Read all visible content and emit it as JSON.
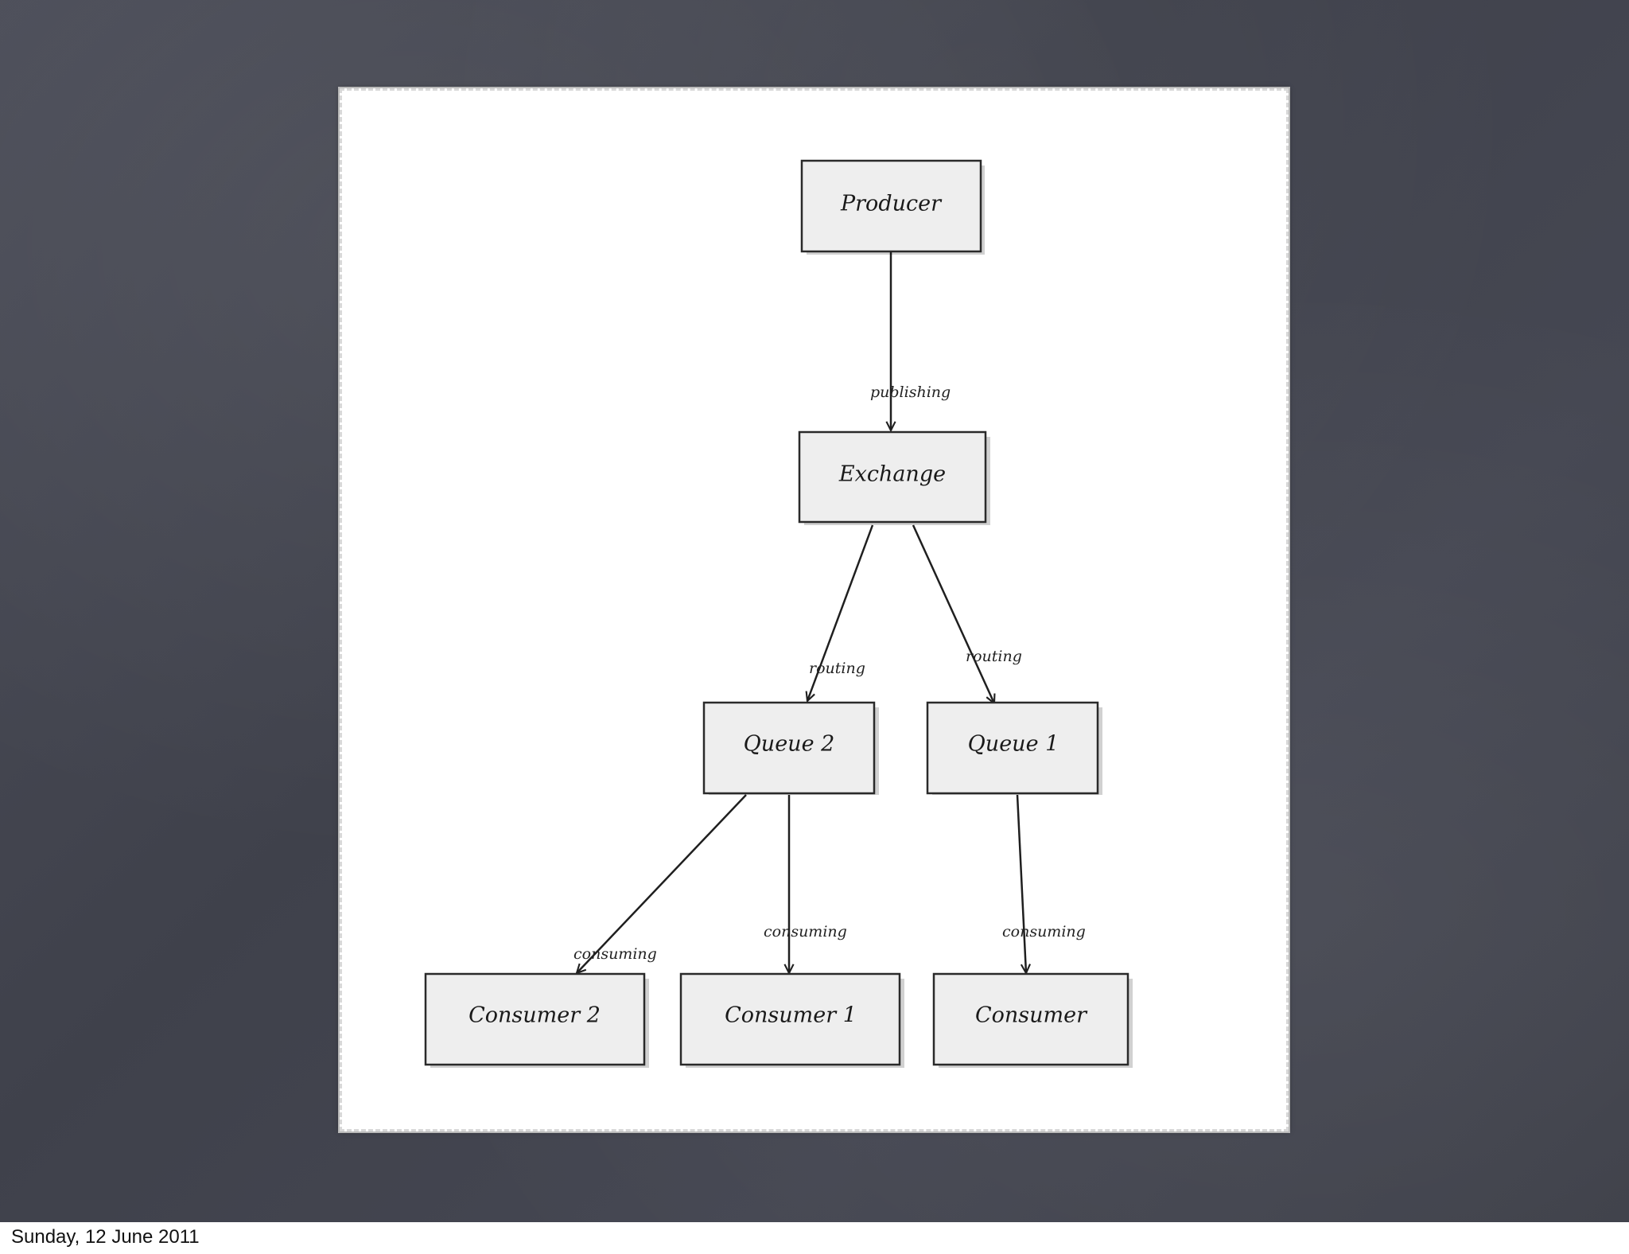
{
  "diagram": {
    "nodes": [
      {
        "id": "producer",
        "label": "Producer"
      },
      {
        "id": "exchange",
        "label": "Exchange"
      },
      {
        "id": "queue2",
        "label": "Queue 2"
      },
      {
        "id": "queue1",
        "label": "Queue 1"
      },
      {
        "id": "consumer2",
        "label": "Consumer 2"
      },
      {
        "id": "consumer1",
        "label": "Consumer 1"
      },
      {
        "id": "consumer",
        "label": "Consumer"
      }
    ],
    "edges": [
      {
        "from": "producer",
        "to": "exchange",
        "label": "publishing"
      },
      {
        "from": "exchange",
        "to": "queue2",
        "label": "routing"
      },
      {
        "from": "exchange",
        "to": "queue1",
        "label": "routing"
      },
      {
        "from": "queue2",
        "to": "consumer2",
        "label": "consuming"
      },
      {
        "from": "queue2",
        "to": "consumer1",
        "label": "consuming"
      },
      {
        "from": "queue1",
        "to": "consumer",
        "label": "consuming"
      }
    ]
  },
  "footer": {
    "date": "Sunday, 12 June 2011"
  }
}
